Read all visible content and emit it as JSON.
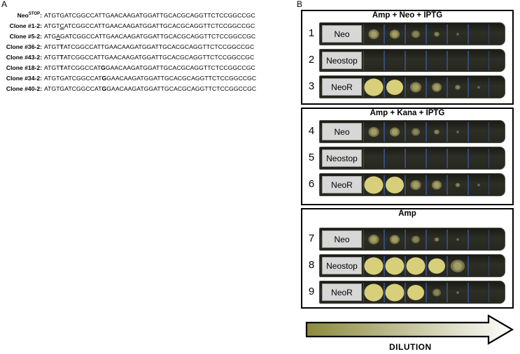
{
  "panel_a": {
    "letter": "A",
    "rows": [
      {
        "label_main": "Neo",
        "label_sup": "STOP",
        "sequence": "ATGTGATCGGCCATTGAACAAGATGGATTGCACGCAGGTTCTCCGGCCGC"
      },
      {
        "label_main": "Clone #1-2",
        "label_sup": "",
        "sequence": "ATGTCATCGGCCATTGAACAAGATGGATTGCACGCAGGTTCTCCGGCCGC",
        "underline_index": 4
      },
      {
        "label_main": "Clone #5-2",
        "label_sup": "",
        "sequence": "ATGAGATCGGCCATTGAACAAGATGGATTGCACGCAGGTTCTCCGGCCGC",
        "underline_index": 3
      },
      {
        "label_main": "Clone #36-2",
        "label_sup": "",
        "sequence": "ATGTTATCGGCCATTGAACAAGATGGATTGCACGCAGGTTCTCCGGCCGC",
        "bold_index": 4
      },
      {
        "label_main": "Clone #43-2",
        "label_sup": "",
        "sequence": "ATGTTATCGGCCATTGAACAAGATGGATTGCACGCAGGTTCTCCGGCCGC",
        "bold_index": 4
      },
      {
        "label_main": "Clone #18-2",
        "label_sup": "",
        "sequence": "ATGTTATCGGCCATGGAACAAGATGGATTGCACGCAGGTTCTCCGGCCGC",
        "bold_index": 4,
        "bold_index2": 14
      },
      {
        "label_main": "Clone #34-2",
        "label_sup": "",
        "sequence": "ATGTGATCGGCCATGGAACAAGATGGATTGCACGCAGGTTCTCCGGCCGC",
        "bold_index": 14
      },
      {
        "label_main": "Clone #40-2",
        "label_sup": "",
        "sequence": "ATGTGATCGGCCATGGAACAAGATGGATTGCACGCAGGTTCTCCGGCCGC",
        "bold_index": 14
      }
    ]
  },
  "panel_b": {
    "letter": "B",
    "groups": [
      {
        "title": "Amp + Neo + IPTG",
        "rows": [
          {
            "num": "1",
            "strain": "Neo",
            "growth": [
              0.55,
              0.5,
              0.45,
              0.3,
              0.08,
              0.0
            ]
          },
          {
            "num": "2",
            "strain": "Neostop",
            "growth": [
              0.0,
              0.0,
              0.0,
              0.0,
              0.0,
              0.0
            ]
          },
          {
            "num": "3",
            "strain": "NeoR",
            "growth": [
              1.0,
              0.9,
              0.6,
              0.5,
              0.3,
              0.05
            ]
          }
        ]
      },
      {
        "title": "Amp + Kana + IPTG",
        "rows": [
          {
            "num": "4",
            "strain": "Neo",
            "growth": [
              0.55,
              0.5,
              0.45,
              0.3,
              0.08,
              0.0
            ]
          },
          {
            "num": "5",
            "strain": "Neostop",
            "growth": [
              0.0,
              0.0,
              0.0,
              0.0,
              0.0,
              0.0
            ]
          },
          {
            "num": "6",
            "strain": "NeoR",
            "growth": [
              1.0,
              0.95,
              0.55,
              0.5,
              0.25,
              0.05
            ]
          }
        ]
      },
      {
        "title": "Amp",
        "rows": [
          {
            "num": "7",
            "strain": "Neo",
            "growth": [
              0.55,
              0.5,
              0.45,
              0.25,
              0.05,
              0.0
            ]
          },
          {
            "num": "8",
            "strain": "Neostop",
            "growth": [
              1.0,
              1.0,
              1.0,
              0.9,
              0.75,
              0.0
            ]
          },
          {
            "num": "9",
            "strain": "NeoR",
            "growth": [
              1.0,
              1.0,
              0.9,
              0.45,
              0.15,
              0.0
            ]
          }
        ]
      }
    ],
    "colony_color": "#d8cf7a",
    "arrow_gradient": [
      "#8b8a3c",
      "#ffffff"
    ],
    "arrow_label": "DILUTION"
  }
}
